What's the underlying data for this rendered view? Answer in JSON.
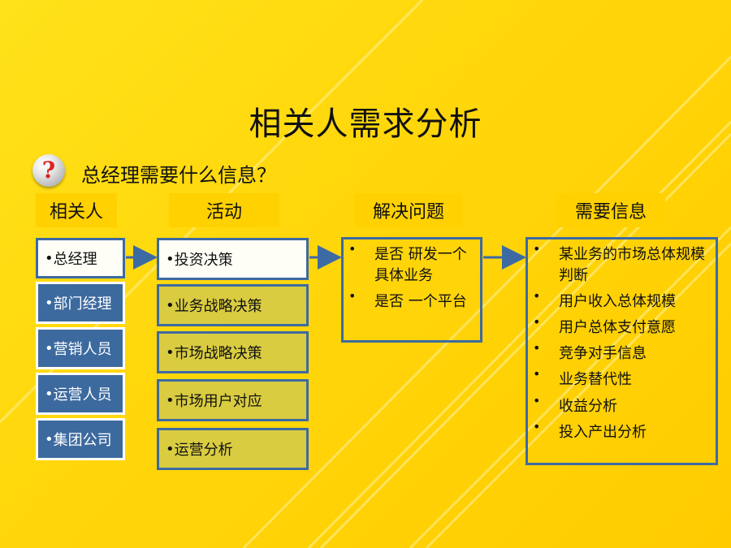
{
  "title": "相关人需求分析",
  "question": {
    "icon": "question-mark-icon",
    "text": "总经理需要什么信息？"
  },
  "headers": [
    "相关人",
    "活动",
    "解决问题",
    "需要信息"
  ],
  "stakeholders": [
    "总经理",
    "部门经理",
    "营销人员",
    "运营人员",
    "集团公司"
  ],
  "activities": [
    "投资决策",
    "业务战略决策",
    "市场战略决策",
    "市场用户对应",
    "运营分析"
  ],
  "problems": [
    "是否  研发一个具体业务",
    "是否  一个平台"
  ],
  "info_needed": [
    "某业务的市场总体规模判断",
    "用户收入总体规模",
    "用户总体支付意愿",
    "竞争对手信息",
    "业务替代性",
    "收益分析",
    "投入产出分析"
  ],
  "colors": {
    "background": "#ffd60a",
    "header_bg": "#ffd100",
    "border": "#3d6aa3",
    "blue_box": "#3c6a9f",
    "olive_box": "#d9cc41"
  }
}
